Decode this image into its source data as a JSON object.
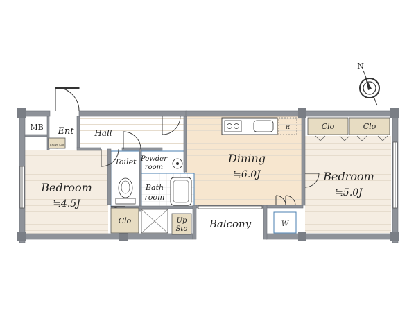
{
  "rooms": {
    "mb": "MB",
    "ent": "Ent",
    "shoe_clo": "Shoes Clo",
    "hall": "Hall",
    "bedroom_left": {
      "label": "Bedroom",
      "area": "≒4.5J"
    },
    "toilet": "Toilet",
    "powder_room": [
      "Powder",
      "room"
    ],
    "bath_room": [
      "Bath",
      "room"
    ],
    "clo_left": "Clo",
    "up_sto": [
      "Up",
      "Sto"
    ],
    "dining": {
      "label": "Dining",
      "area": "≒6.0J"
    },
    "refrigerator": "R",
    "balcony": "Balcony",
    "washer": "W",
    "clo_right_1": "Clo",
    "clo_right_2": "Clo",
    "bedroom_right": {
      "label": "Bedroom",
      "area": "≒5.0J"
    }
  },
  "compass": {
    "label": "N"
  },
  "colors": {
    "wall": "#8e9299",
    "wall_outline": "#6d7178",
    "dining_floor": "#f7e6cf",
    "bedroom_floor": "#f5ede2",
    "plank_line": "#e6dccd",
    "closet_fill": "#e7dcc2",
    "wet_fill": "#ffffff",
    "line": "#333333",
    "wet_border": "#4a7fb0"
  }
}
